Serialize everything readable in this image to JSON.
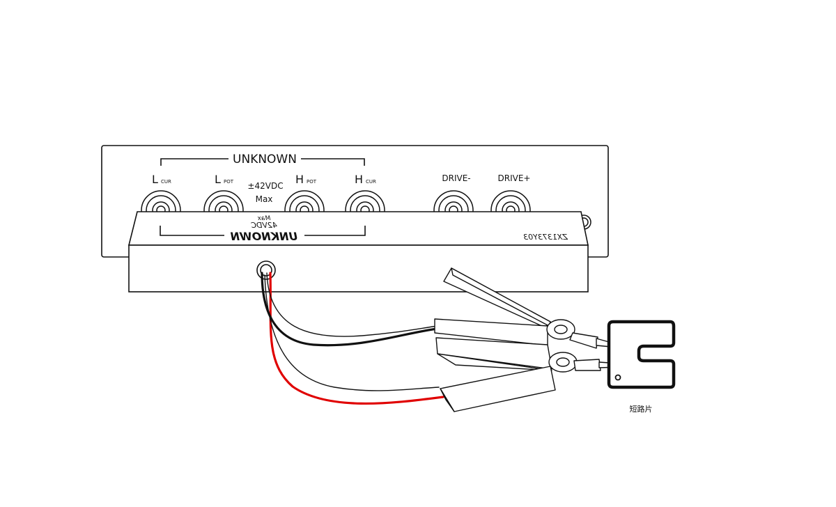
{
  "panel": {
    "bracket_label": "UNKNOWN",
    "terminals": [
      {
        "main": "L",
        "sub": "CUR"
      },
      {
        "main": "L",
        "sub": "POT"
      },
      {
        "main": "H",
        "sub": "POT"
      },
      {
        "main": "H",
        "sub": "CUR"
      }
    ],
    "voltage_limit": "±42VDC",
    "voltage_max": "Max",
    "drive_minus": "DRIVE-",
    "drive_plus": "DRIVE+"
  },
  "adapter": {
    "mirrored_max": "Max",
    "mirrored_voltage": "42VDC",
    "mirrored_unknown": "UNKNOWN",
    "model": "ZX1373Y03"
  },
  "shorting_piece": {
    "label": "短路片"
  },
  "colors": {
    "outline": "#111111",
    "red_wire": "#e00000",
    "black_wire": "#111111"
  }
}
